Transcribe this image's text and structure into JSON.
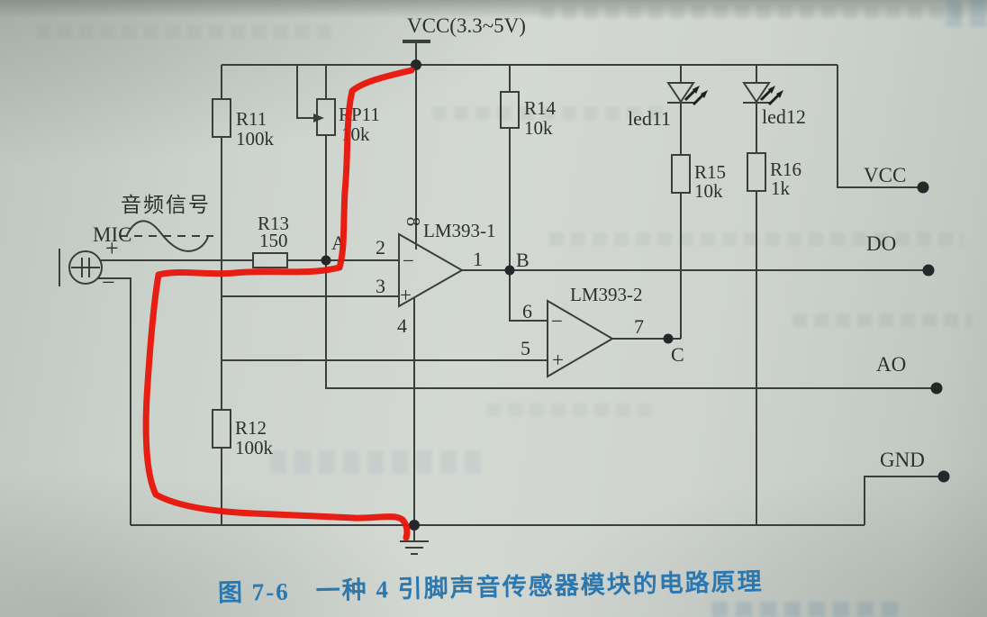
{
  "page": {
    "caption": "图 7-6　一种 4 引脚声音传感器模块的电路原理",
    "caption_color": "#2b78b0",
    "paper_color": "#cdd2cc"
  },
  "circuit": {
    "line_color": "#3a3f3b",
    "annotation_color": "#e81408",
    "power_label": "VCC(3.3~5V)",
    "audio_signal_label": "音频信号",
    "mic": {
      "label": "MIC",
      "plus": "+",
      "minus": "−"
    },
    "components": {
      "r11": {
        "name": "R11",
        "value": "100k"
      },
      "rp11": {
        "name": "RP11",
        "value": "10k"
      },
      "r12": {
        "name": "R12",
        "value": "100k"
      },
      "r13": {
        "name": "R13",
        "value": "150"
      },
      "r14": {
        "name": "R14",
        "value": "10k"
      },
      "r15": {
        "name": "R15",
        "value": "10k"
      },
      "r16": {
        "name": "R16",
        "value": "1k"
      },
      "led11": {
        "name": "led11"
      },
      "led12": {
        "name": "led12"
      },
      "comparator1": {
        "name": "LM393-1"
      },
      "comparator2": {
        "name": "LM393-2"
      }
    },
    "polarity": {
      "plus": "+",
      "minus": "−"
    },
    "pins": {
      "p1": "1",
      "p2": "2",
      "p3": "3",
      "p4": "4",
      "p5": "5",
      "p6": "6",
      "p7": "7",
      "p8": "8"
    },
    "nodes": {
      "a": "A",
      "b": "B",
      "c": "C"
    },
    "terminals": {
      "vcc": "VCC",
      "do": "DO",
      "ao": "AO",
      "gnd": "GND"
    }
  }
}
